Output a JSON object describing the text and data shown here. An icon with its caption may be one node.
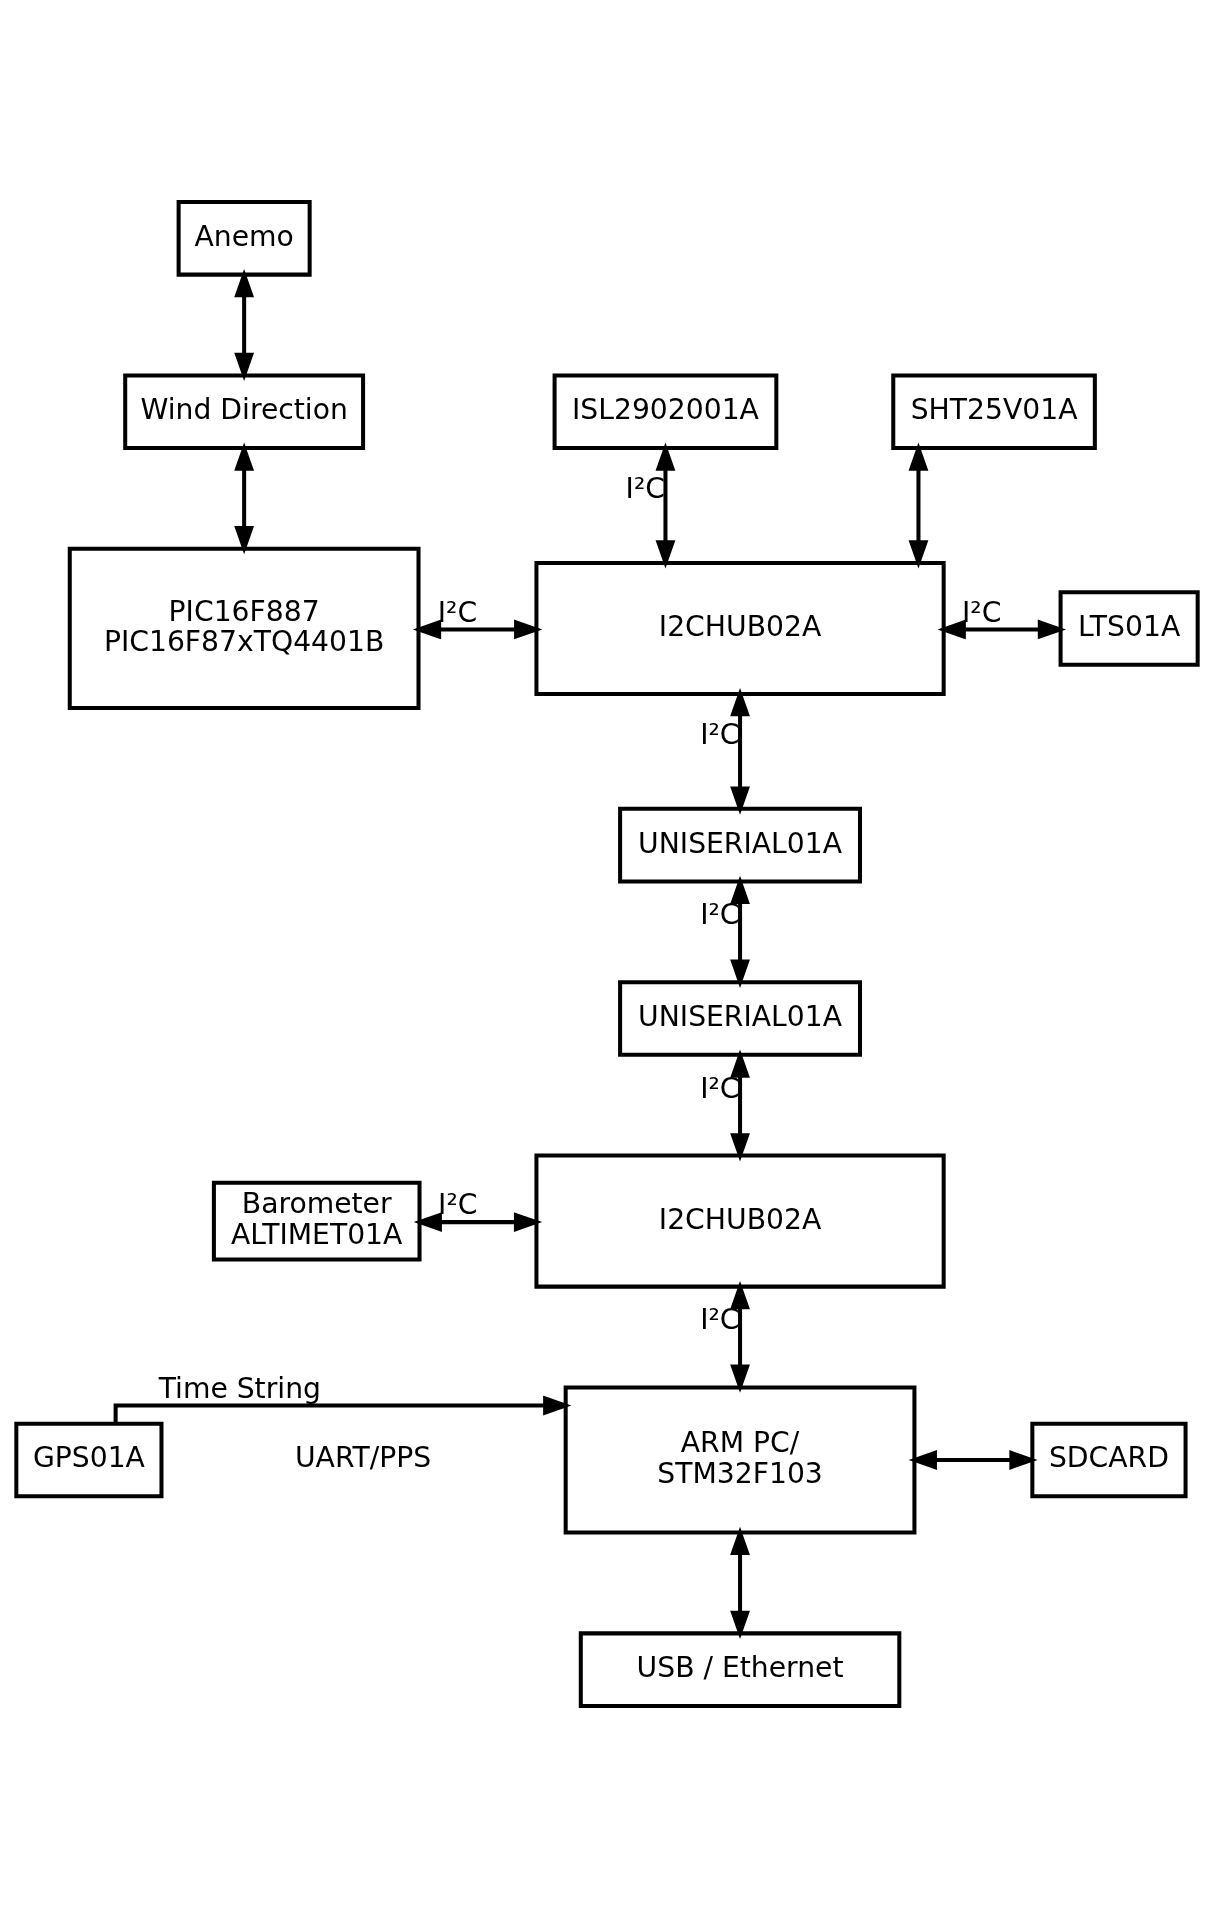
{
  "diagram": {
    "nodes": [
      {
        "text": [
          "Anemo"
        ]
      },
      {
        "text": [
          "Wind Direction"
        ]
      },
      {
        "text": [
          "ISL2902001A"
        ]
      },
      {
        "text": [
          "SHT25V01A"
        ]
      },
      {
        "text": [
          "PIC16F887 PIC16F87xTQ4401B"
        ]
      },
      {
        "text": [
          "I2CHUB02A"
        ]
      },
      {
        "text": [
          "LTS01A"
        ]
      },
      {
        "text": [
          "UNISERIAL01A"
        ]
      },
      {
        "text": [
          "UNISERIAL01A"
        ]
      },
      {
        "text": [
          "Barometer ALTIMET01A"
        ]
      },
      {
        "text": [
          "I2CHUB02A"
        ]
      },
      {
        "text": [
          "GPS01A"
        ]
      },
      {
        "text": [
          "ARM PC/ STM32F103"
        ]
      },
      {
        "text": [
          "SDCARD"
        ]
      },
      {
        "text": [
          "USB / Ethernet"
        ]
      }
    ],
    "edges": [
      {
        "from": 0,
        "to": 1,
        "arrow": "both"
      },
      {
        "from": 1,
        "to": 4,
        "arrow": "both"
      },
      {
        "from": 2,
        "to": 5,
        "arrow": "both",
        "label": "I²C"
      },
      {
        "from": 3,
        "to": 5,
        "arrow": "both"
      },
      {
        "from": 4,
        "to": 5,
        "arrow": "both",
        "label": "I²C"
      },
      {
        "from": 5,
        "to": 6,
        "arrow": "both",
        "label": "I²C"
      },
      {
        "from": 5,
        "to": 7,
        "arrow": "both",
        "label": "I²C"
      },
      {
        "from": 7,
        "to": 8,
        "arrow": "both",
        "label": "I²C"
      },
      {
        "from": 8,
        "to": 10,
        "arrow": "both",
        "label": "I²C"
      },
      {
        "from": 9,
        "to": 10,
        "arrow": "both",
        "label": "I²C"
      },
      {
        "from": 10,
        "to": 12,
        "arrow": "both",
        "label": "I²C"
      },
      {
        "from": 11,
        "to": 12,
        "arrow": "to",
        "label": "Time String"
      },
      {
        "from": 12,
        "to": 13,
        "arrow": "both"
      },
      {
        "from": 12,
        "to": 14,
        "arrow": "both"
      }
    ],
    "labels": [
      "UART/PPS"
    ]
  }
}
